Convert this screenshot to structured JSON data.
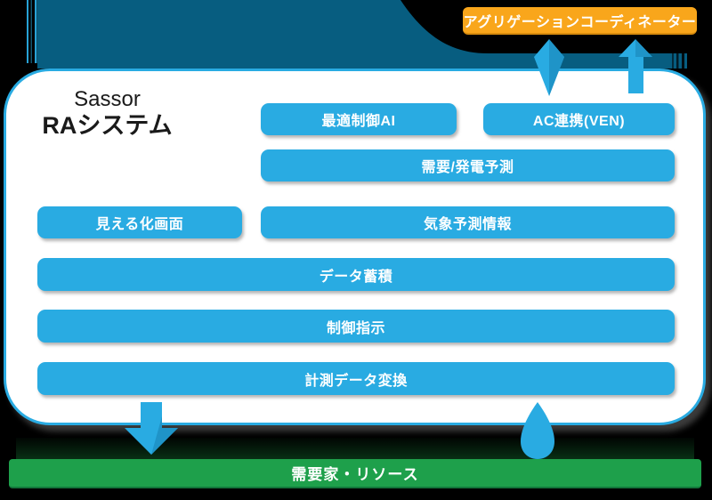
{
  "diagram_title": {
    "brand": "Sassor",
    "system": "RAシステム"
  },
  "external_entities": {
    "aggregation_coordinator": "アグリゲーションコーディネーター",
    "demand_resources": "需要家・リソース"
  },
  "modules": {
    "optimal_control_ai": "最適制御AI",
    "ac_link_ven": "AC連携(VEN)",
    "demand_generation_forecast": "需要/発電予測",
    "visualization_screen": "見える化画面",
    "weather_forecast_info": "気象予測情報",
    "data_accumulation": "データ蓄積",
    "control_instruction": "制御指示",
    "measurement_data_conversion": "計測データ変換"
  },
  "arrows": [
    {
      "id": "ac-coordinator-bidirectional",
      "direction": "up-down",
      "between": [
        "AC連携(VEN)",
        "アグリゲーションコーディネーター"
      ]
    },
    {
      "id": "system-to-coordinator",
      "direction": "up",
      "between": [
        "RAシステム",
        "アグリゲーションコーディネーター"
      ]
    },
    {
      "id": "system-to-resources",
      "direction": "down",
      "between": [
        "RAシステム",
        "需要家・リソース"
      ]
    },
    {
      "id": "resources-to-system",
      "direction": "up",
      "between": [
        "需要家・リソース",
        "RAシステム"
      ]
    }
  ],
  "colors": {
    "background": "#000000",
    "teal_backdrop": "#075D80",
    "module_blue": "#29ABE2",
    "arrow_blue": "#29ABE2",
    "arrow_shade": "#1D8FC2",
    "coordinator_orange": "#F9A61B",
    "resources_green": "#1EA04B",
    "panel_white": "#FFFFFF",
    "panel_border": "#29ABE2",
    "title_text": "#1A1A1A",
    "label_text": "#FFFFFF"
  }
}
